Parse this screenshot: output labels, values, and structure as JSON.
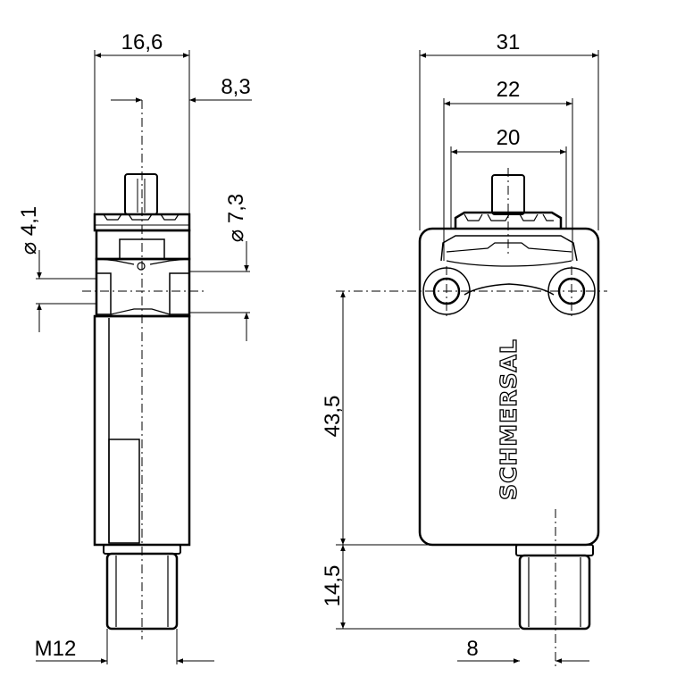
{
  "dimensions": {
    "width_side": "16,6",
    "half_width": "8,3",
    "dia_small": "⌀ 4,1",
    "dia_large": "⌀ 7,3",
    "width_front": "31",
    "width_mid": "22",
    "width_head": "20",
    "height_body": "43,5",
    "height_connector": "14,5",
    "thread": "M12",
    "connector_offset": "8"
  },
  "brand": "SCHMERSAL"
}
